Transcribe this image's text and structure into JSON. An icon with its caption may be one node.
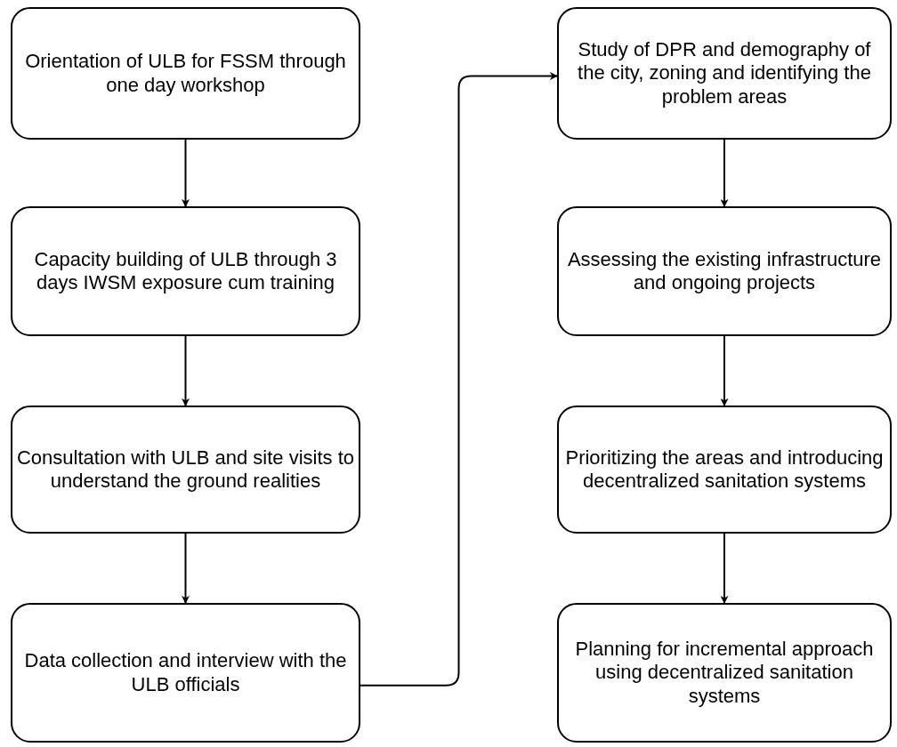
{
  "diagram": {
    "nodes": [
      {
        "text": [
          "Orientation of ULB for FSSM through one day workshop"
        ]
      },
      {
        "text": [
          "Capacity building of ULB through 3 days IWSM exposure cum training"
        ]
      },
      {
        "text": [
          "Consultation with ULB and site visits to understand the ground realities"
        ]
      },
      {
        "text": [
          "Data collection and interview with the ULB officials"
        ]
      },
      {
        "text": [
          "Study of DPR and demography of the city, zoning and identifying the problem areas"
        ]
      },
      {
        "text": [
          "Assessing the existing infrastructure and ongoing projects"
        ]
      },
      {
        "text": [
          "Prioritizing the areas and introducing decentralized sanitation systems"
        ]
      },
      {
        "text": [
          "Planning for incremental approach using decentralized sanitation systems"
        ]
      }
    ],
    "edges": [
      {
        "from": 0,
        "to": 1,
        "arrow": "to"
      },
      {
        "from": 1,
        "to": 2,
        "arrow": "to"
      },
      {
        "from": 2,
        "to": 3,
        "arrow": "to"
      },
      {
        "from": 3,
        "to": 4,
        "arrow": "to"
      },
      {
        "from": 4,
        "to": 5,
        "arrow": "to"
      },
      {
        "from": 5,
        "to": 6,
        "arrow": "to"
      },
      {
        "from": 6,
        "to": 7,
        "arrow": "to"
      }
    ]
  }
}
